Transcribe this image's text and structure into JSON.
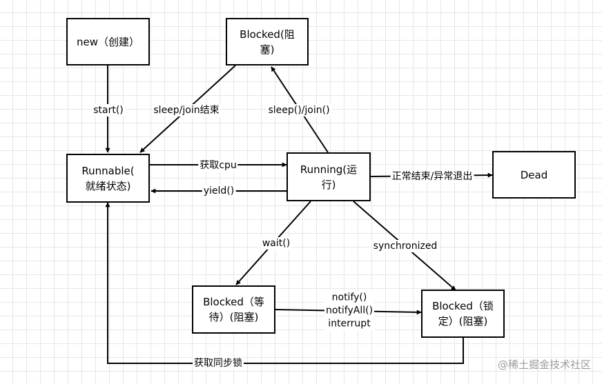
{
  "nodes": {
    "new": "new（创建）",
    "blocked_top": "Blocked(阻\n塞)",
    "runnable": "Runnable(\n就绪状态)",
    "running": "Running(运\n行)",
    "dead": "Dead",
    "blocked_wait": "Blocked（等\n待）(阻塞)",
    "blocked_lock": "Blocked（锁\n定）(阻塞)"
  },
  "edges": {
    "start": "start()",
    "sleep_join_end": "sleep/join结束",
    "sleep_join": "sleep()/join()",
    "get_cpu": "获取cpu",
    "yield": "yield()",
    "normal_end": "正常结束/异常退出",
    "wait": "wait()",
    "synchronized": "synchronized",
    "notify": "notify()\nnotifyAll()\ninterrupt",
    "get_lock": "获取同步锁"
  },
  "watermark": "@稀土掘金技术社区"
}
